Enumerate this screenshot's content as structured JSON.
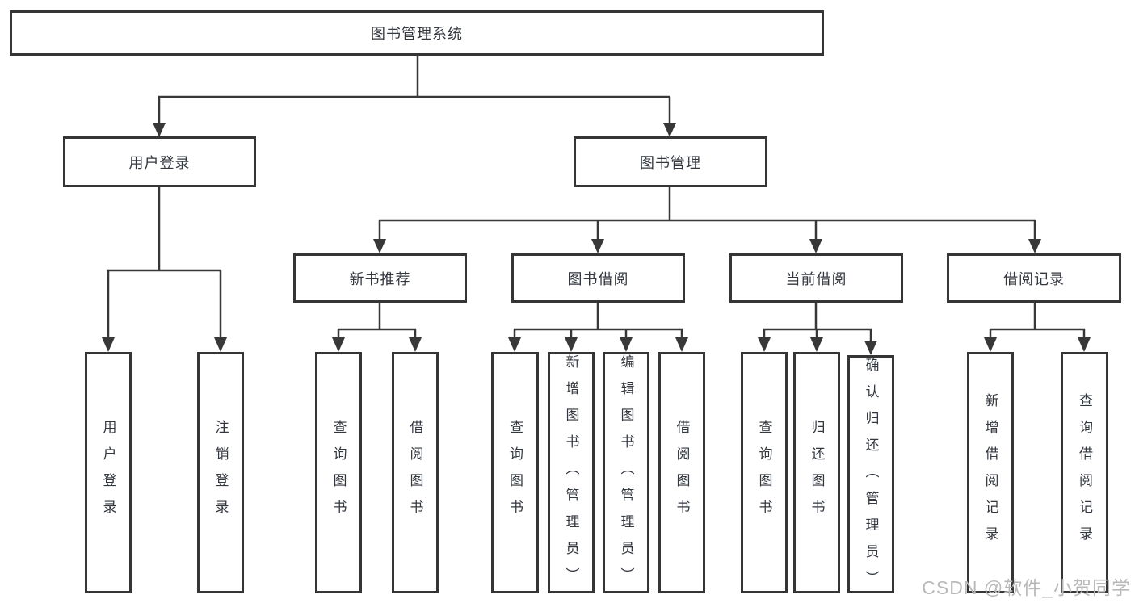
{
  "tree": {
    "root": {
      "label": "图书管理系统",
      "children": [
        {
          "label": "用户登录",
          "children": [
            {
              "label": "用户登录"
            },
            {
              "label": "注销登录"
            }
          ]
        },
        {
          "label": "图书管理",
          "children": [
            {
              "label": "新书推荐",
              "children": [
                {
                  "label": "查询图书"
                },
                {
                  "label": "借阅图书"
                }
              ]
            },
            {
              "label": "图书借阅",
              "children": [
                {
                  "label": "查询图书"
                },
                {
                  "label": "新增图书（管理员）"
                },
                {
                  "label": "编辑图书（管理员）"
                },
                {
                  "label": "借阅图书"
                }
              ]
            },
            {
              "label": "当前借阅",
              "children": [
                {
                  "label": "查询图书"
                },
                {
                  "label": "归还图书"
                },
                {
                  "label": "确认归还（管理员）"
                }
              ]
            },
            {
              "label": "借阅记录",
              "children": [
                {
                  "label": "新增借阅记录"
                },
                {
                  "label": "查询借阅记录"
                }
              ]
            }
          ]
        }
      ]
    }
  },
  "watermark": {
    "text": "CSDN @软件_小贺同学"
  },
  "colors": {
    "line": "#383838",
    "border": "#353535",
    "text": "#33373f",
    "watermark": "#b9b9b9",
    "background": "#ffffff"
  }
}
